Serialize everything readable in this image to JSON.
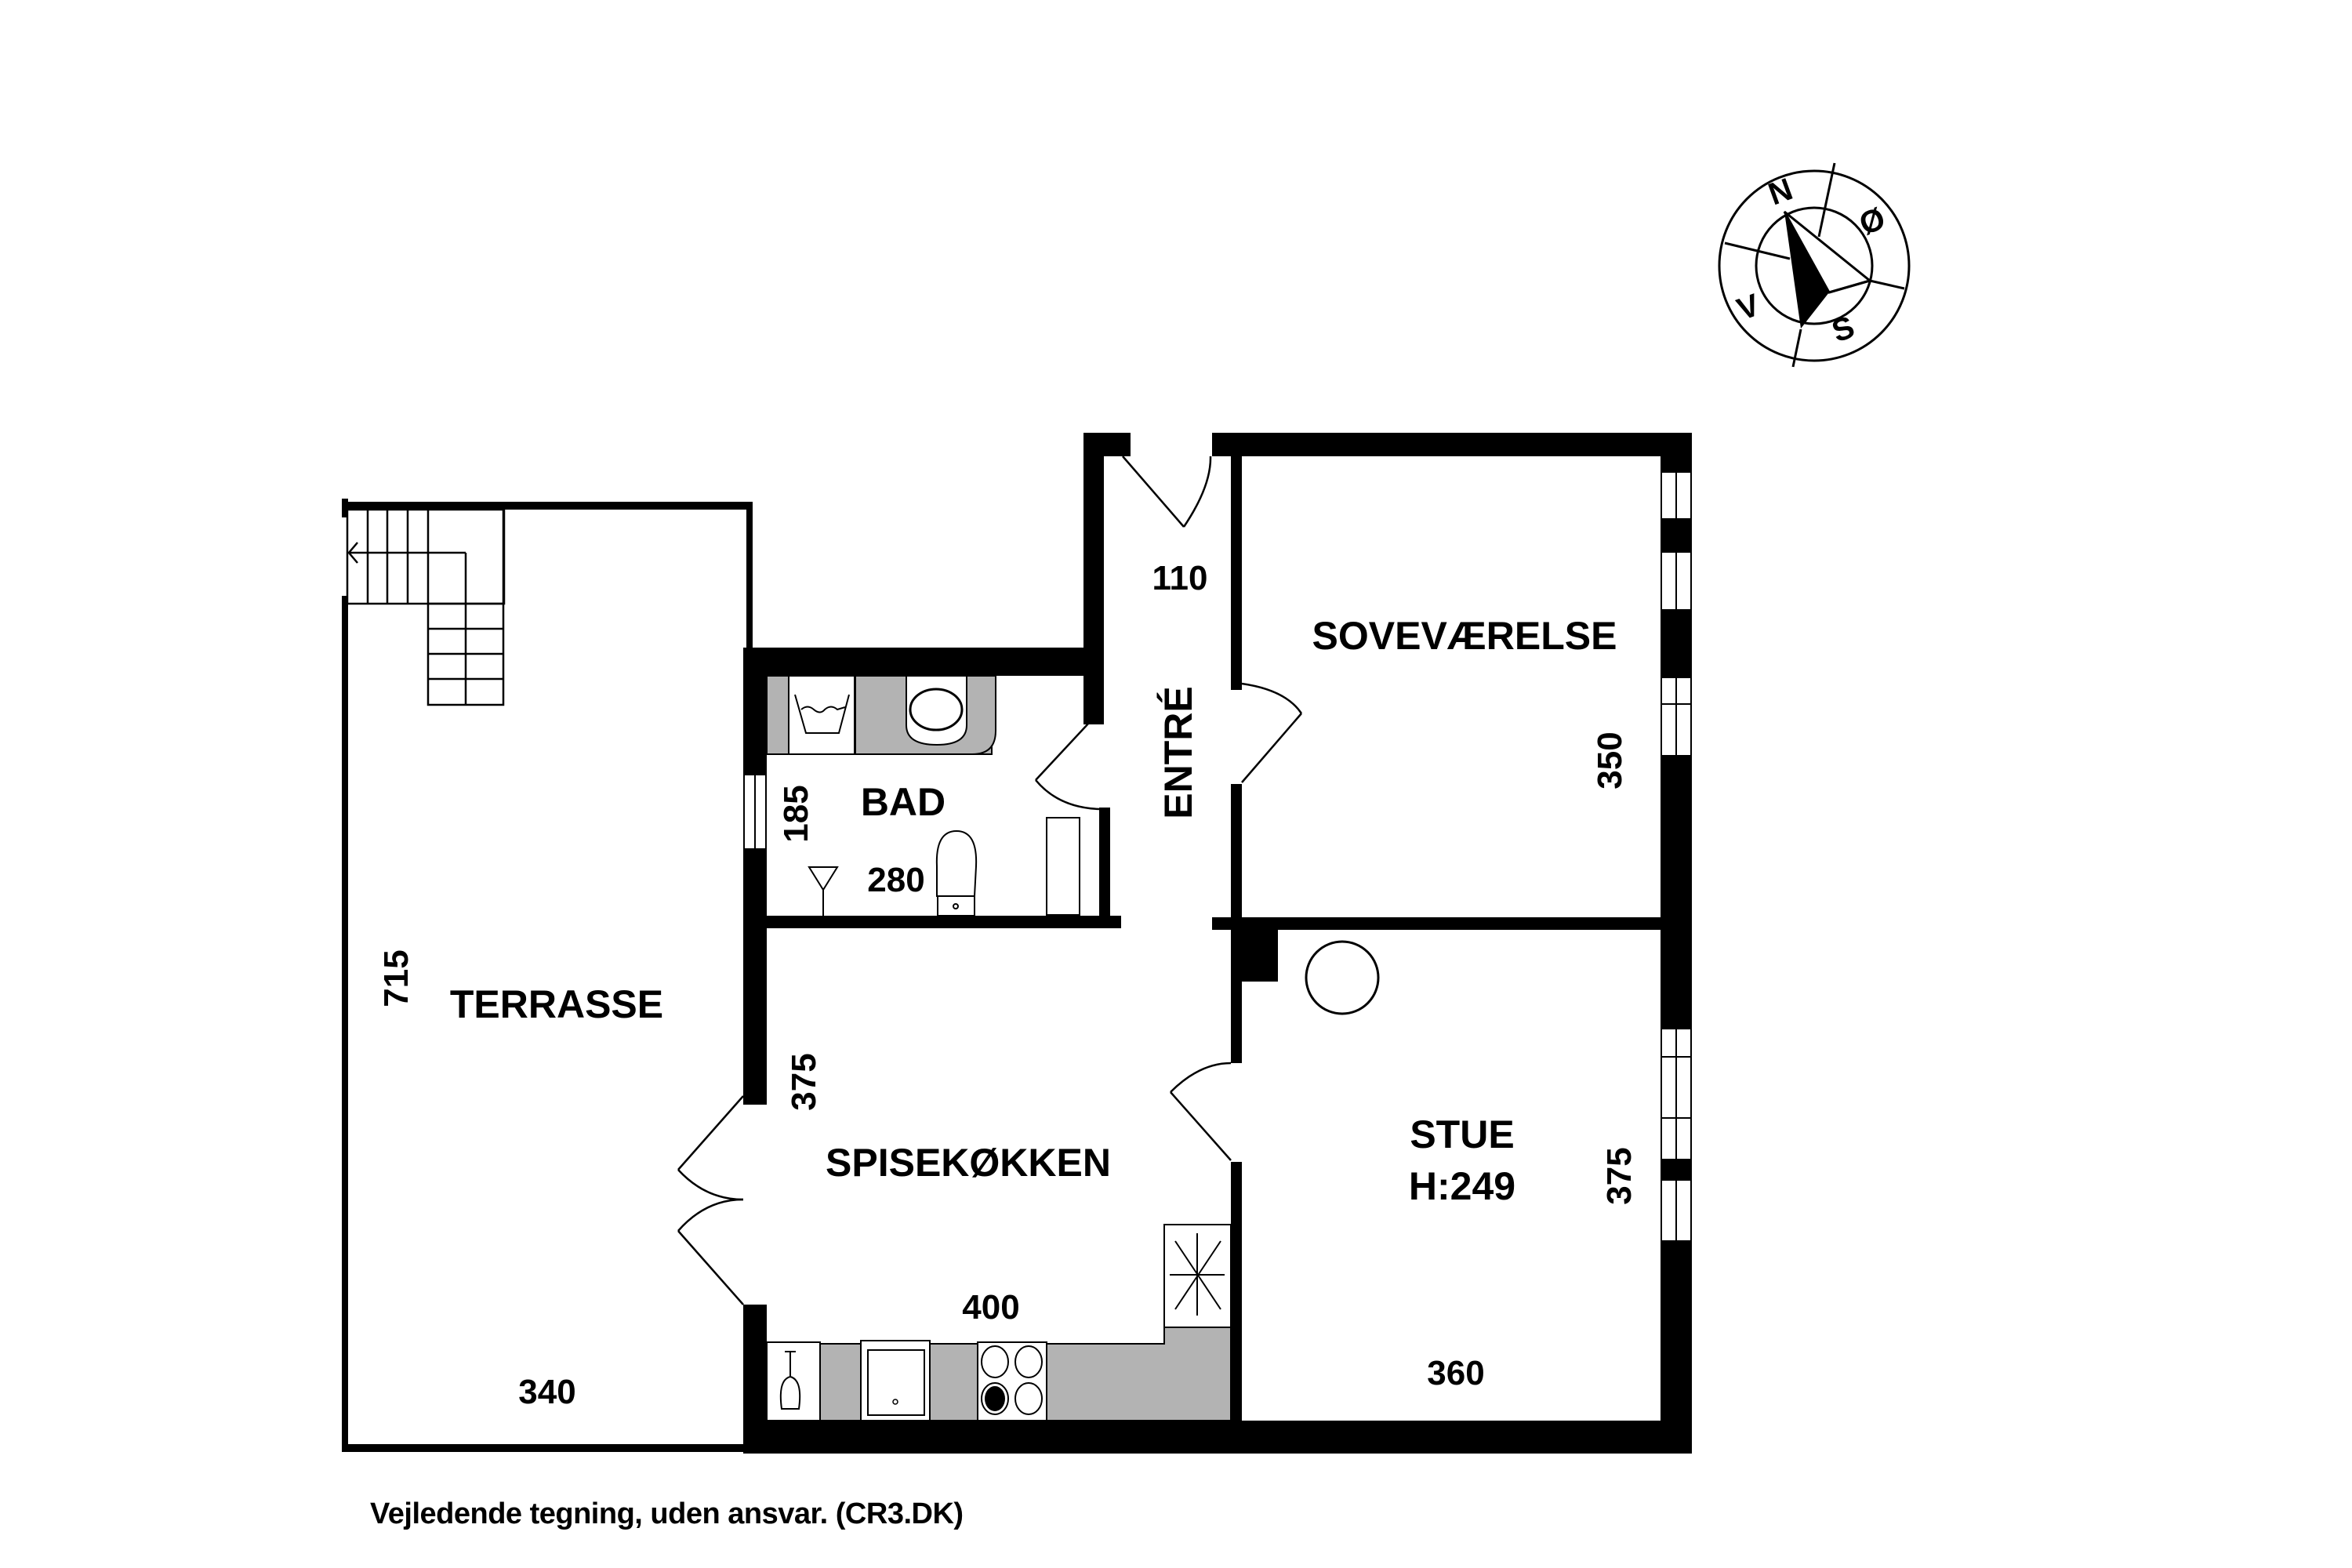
{
  "plan": {
    "rooms": [
      {
        "id": "terrasse",
        "name": "TERRASSE",
        "dims": [
          "715",
          "340"
        ]
      },
      {
        "id": "bad",
        "name": "BAD",
        "dims": [
          "185",
          "280"
        ]
      },
      {
        "id": "entre",
        "name": "ENTRÉ",
        "dims": [
          "110"
        ]
      },
      {
        "id": "sovevaerelse",
        "name": "SOVEVÆRELSE",
        "dims": [
          "350"
        ]
      },
      {
        "id": "spisekokken",
        "name": "SPISEKØKKEN",
        "dims": [
          "375",
          "400"
        ]
      },
      {
        "id": "stue",
        "name": "STUE",
        "height_label": "H:249",
        "dims": [
          "375",
          "360"
        ]
      }
    ],
    "fixtures": [
      "stairs",
      "washing-machine",
      "wash-basin",
      "toilet",
      "shower-drain",
      "bathroom-cabinet",
      "dishwasher",
      "kitchen-sink",
      "stove",
      "fridge-freezer",
      "round-stove",
      "chimney"
    ],
    "colors": {
      "wall": "#000000",
      "counter": "#b3b3b3",
      "background": "#ffffff"
    }
  },
  "compass": {
    "north": "N",
    "east": "Ø",
    "south": "S",
    "west": "V"
  },
  "caption": "Vejledende tegning, uden ansvar. (CR3.DK)"
}
